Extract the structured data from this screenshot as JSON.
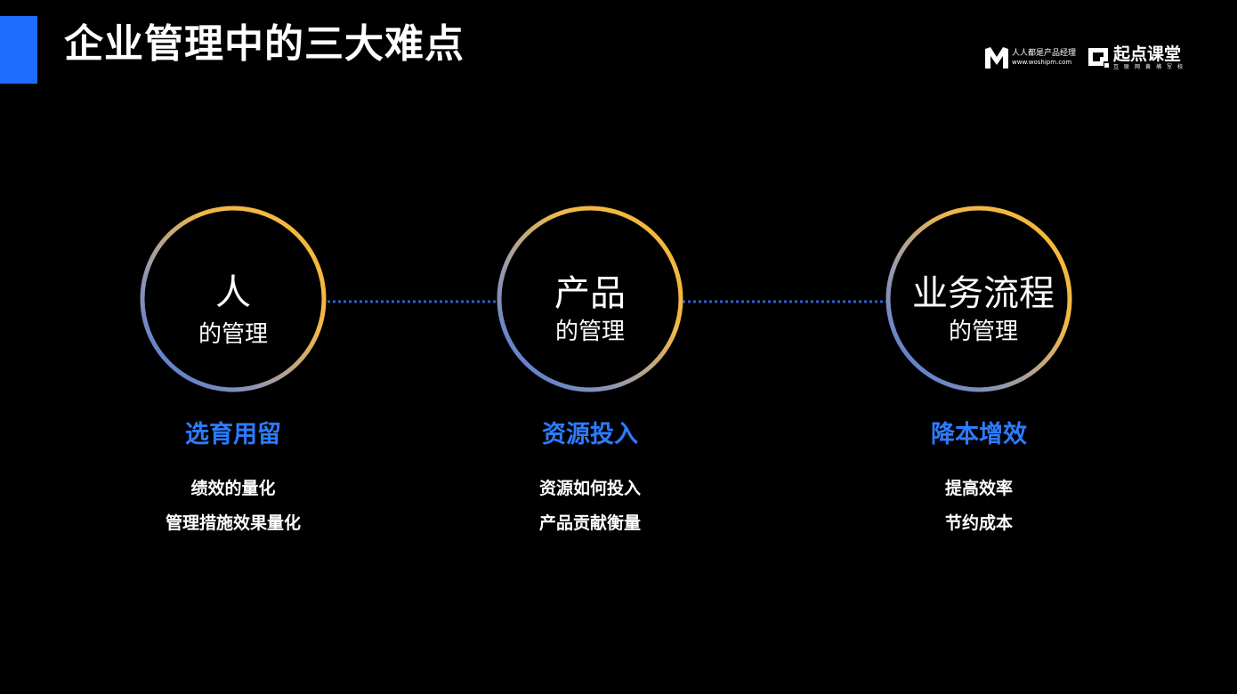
{
  "title": "企业管理中的三大难点",
  "logo1": {
    "name": "人人都是产品经理",
    "url_text": "www.woshipm.com"
  },
  "logo2": {
    "name": "起点课堂",
    "tagline": "互联网黄埔军校"
  },
  "circles": [
    {
      "main": "人",
      "sub": "的管理",
      "heading": "选育用留",
      "items": [
        "绩效的量化",
        "管理措施效果量化"
      ]
    },
    {
      "main": "产品",
      "sub": "的管理",
      "heading": "资源投入",
      "items": [
        "资源如何投入",
        "产品贡献衡量"
      ]
    },
    {
      "main": "业务流程",
      "sub": "的管理",
      "heading": "降本增效",
      "items": [
        "提高效率",
        "节约成本"
      ]
    }
  ],
  "colors": {
    "accent": "#1f6bff",
    "heading_blue": "#2d7bff",
    "ring_gold": "#f5b642",
    "ring_blue": "#4a78d8",
    "connector": "#2f5fd0",
    "background": "#000000"
  }
}
